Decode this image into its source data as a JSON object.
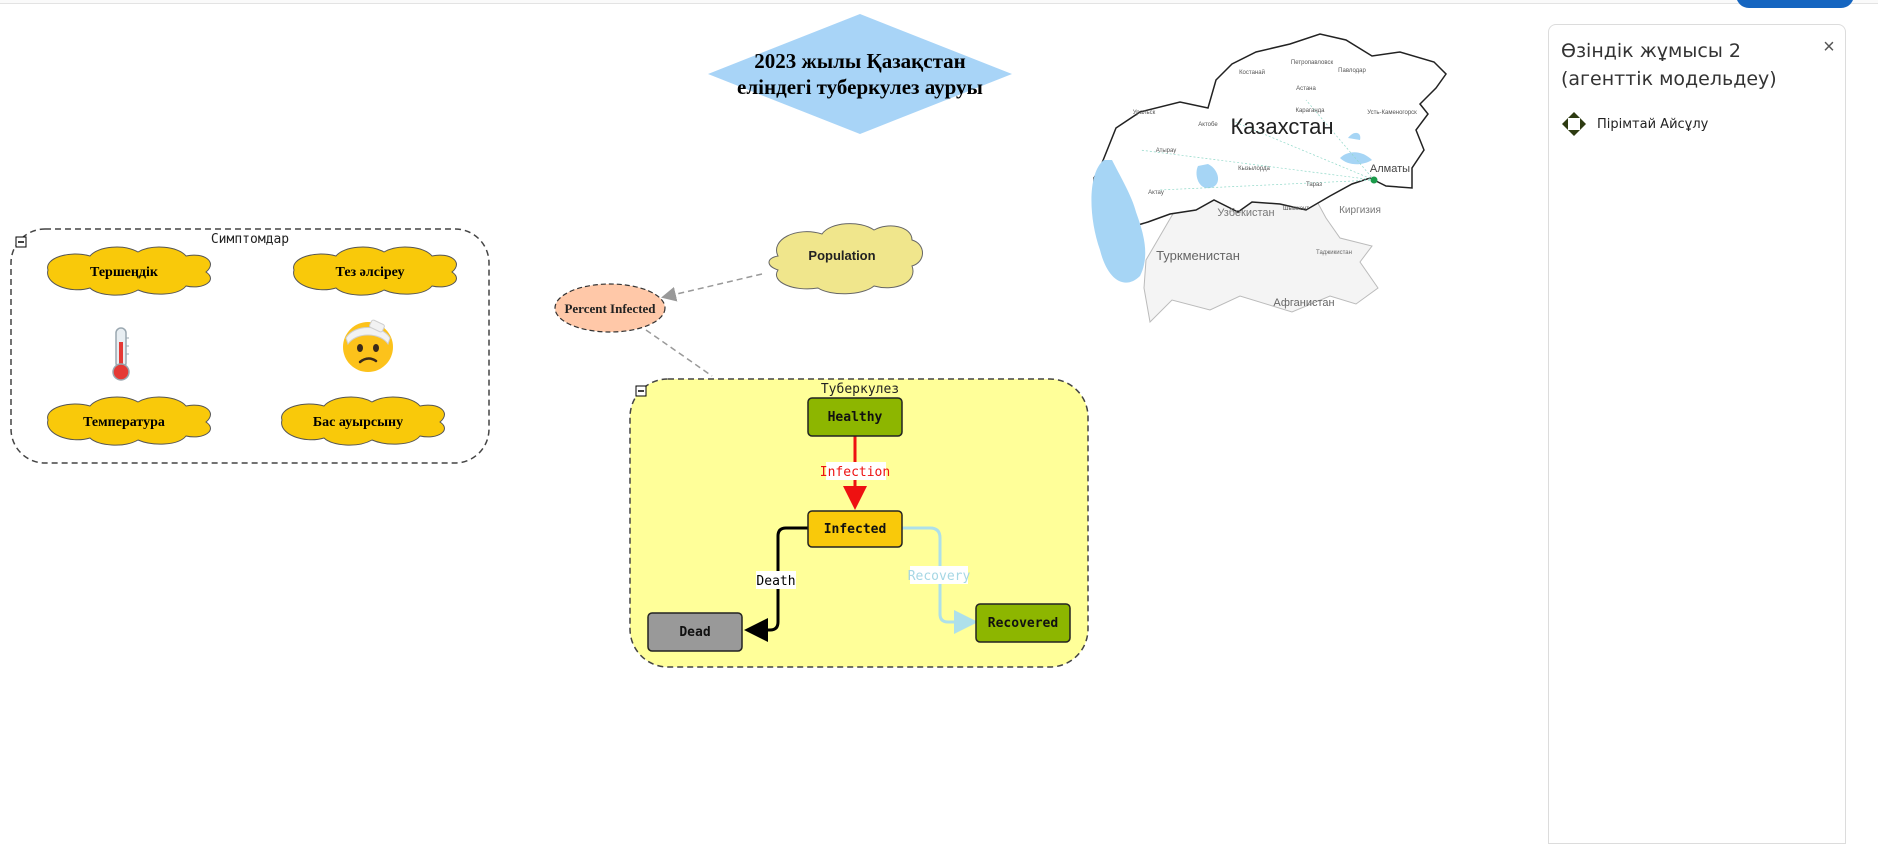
{
  "title": {
    "line1": "2023 жылы Қазақстан",
    "line2": "еліндегі туберкулез ауруы"
  },
  "symptoms": {
    "group_label": "Симптомдар",
    "items": [
      "Тершеңдік",
      "Тез әлсіреу",
      "Температура",
      "Бас ауырсыну"
    ],
    "icons": [
      "thermometer-icon",
      "face-with-bandage-icon"
    ]
  },
  "nodes": {
    "population": "Population",
    "percent_infected": "Percent Infected"
  },
  "tb": {
    "group_label": "Туберкулез",
    "healthy": "Healthy",
    "infected": "Infected",
    "dead": "Dead",
    "recovered": "Recovered",
    "infection": "Infection",
    "death": "Death",
    "recovery": "Recovery"
  },
  "map": {
    "country": "Казахстан",
    "cities": [
      "Петропавловск",
      "Костанай",
      "Павлодар",
      "Астана",
      "Уральск",
      "Актобе",
      "Караганда",
      "Усть-Каменогорск",
      "Атырау",
      "Кызылорда",
      "Тараз",
      "Актау",
      "Шымкент",
      "Алматы"
    ],
    "neighbors": [
      "Узбекистан",
      "Киргизия",
      "Туркменистан",
      "Таджикистан",
      "Афганистан"
    ]
  },
  "panel": {
    "title": "Өзіндік жұмысы 2 (агенттік модельдеу)",
    "close": "×",
    "author": "Пірімтай Айсұлу"
  },
  "colors": {
    "title_diamond": "#a8d4f7",
    "symptom_cloud": "#f9c90a",
    "population_cloud": "#f0e68c",
    "percent_infected": "#ffc8a8",
    "tb_group": "#ffff99",
    "healthy": "#8db600",
    "infected": "#f9c90a",
    "dead": "#999999",
    "recovered": "#8db600",
    "infection_arrow": "#ee1111",
    "recovery_arrow": "#aee0ea",
    "water": "#a6d5f5"
  }
}
